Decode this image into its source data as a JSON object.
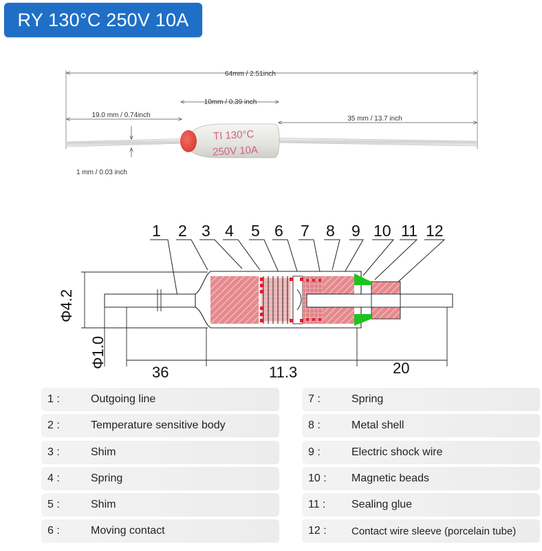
{
  "title": "RY 130°C 250V 10A",
  "photo": {
    "dim_total": "64mm / 2.51inch",
    "dim_body": "10mm / 0.39 inch",
    "dim_left_lead": "19.0 mm / 0.74inch",
    "dim_right_lead": "35 mm / 13.7 inch",
    "dim_wire": "1 mm / 0.03 inch",
    "print_line1": "TI 130°C",
    "print_line2": "250V 10A",
    "colors": {
      "cap": "#e8473f",
      "print": "#d45b8e",
      "body": "#e9e9e6"
    }
  },
  "diagram": {
    "part_numbers": [
      "1",
      "2",
      "3",
      "4",
      "5",
      "6",
      "7",
      "8",
      "9",
      "10",
      "11",
      "12"
    ],
    "dim_body_diameter": "Φ4.2",
    "dim_wire_diameter": "Φ1.0",
    "dim_left_lead": "36",
    "dim_body_length": "11.3",
    "dim_right_lead": "20",
    "colors": {
      "fill": "#e4888c",
      "marker": "#e21b2e",
      "glue": "#1ec41e"
    }
  },
  "legend": {
    "left": [
      {
        "num": "1 :",
        "desc": "Outgoing line"
      },
      {
        "num": "2 :",
        "desc": "Temperature sensitive body"
      },
      {
        "num": "3 :",
        "desc": "Shim"
      },
      {
        "num": "4 :",
        "desc": "Spring"
      },
      {
        "num": "5 :",
        "desc": "Shim"
      },
      {
        "num": "6 :",
        "desc": "Moving contact"
      }
    ],
    "right": [
      {
        "num": "7 :",
        "desc": "Spring"
      },
      {
        "num": "8 :",
        "desc": "Metal shell"
      },
      {
        "num": "9 :",
        "desc": "Electric shock wire"
      },
      {
        "num": "10 :",
        "desc": "Magnetic beads"
      },
      {
        "num": "11 :",
        "desc": "Sealing glue"
      },
      {
        "num": "12 :",
        "desc": "Contact wire sleeve (porcelain tube)"
      }
    ]
  }
}
